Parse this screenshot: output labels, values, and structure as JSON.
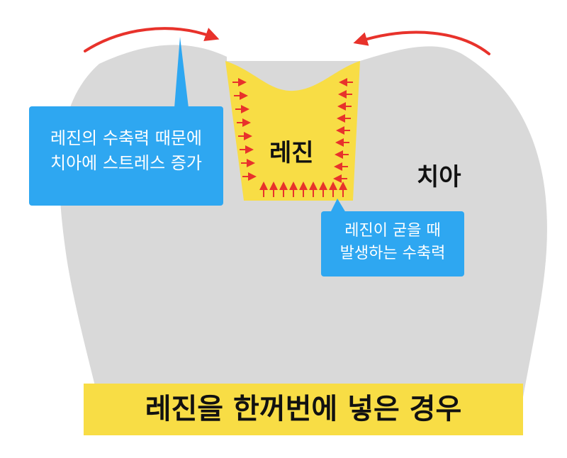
{
  "labels": {
    "resin": "레진",
    "tooth": "치아"
  },
  "callouts": {
    "stress": [
      "레진의 수축력 때문에",
      "치아에 스트레스 증가"
    ],
    "shrink": [
      "레진이 굳을 때",
      "발생하는 수축력"
    ]
  },
  "title": "레진을 한꺼번에 넣은 경우",
  "colors": {
    "tooth": "#d9d9d9",
    "resin": "#f8dd45",
    "callout": "#2ea7f1",
    "arrow": "#e8322b",
    "banner": "#f8dd45"
  }
}
